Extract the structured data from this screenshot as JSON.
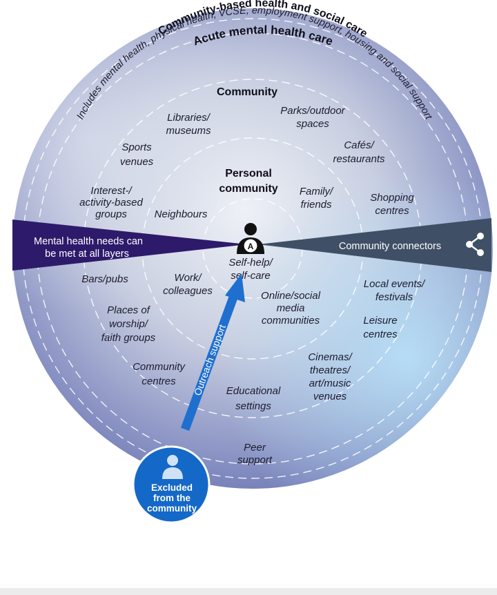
{
  "outer_ring_title": "Acute mental health care",
  "middle_ring_title": "Community-based health and social care",
  "middle_ring_subtitle": "Includes mental health, physical health, VCSE, employment support, housing and social support",
  "community_title": "Community",
  "personal_title_line1": "Personal",
  "personal_title_line2": "community",
  "center_person_badge": "A",
  "center_label_line1": "Self-help/",
  "center_label_line2": "self-care",
  "left_banner_line1": "Mental health needs can",
  "left_banner_line2": "be met at all layers",
  "right_banner_label": "Community connectors",
  "right_banner_icon": "share-icon",
  "arrow_label": "Outreach support",
  "excluded_line1": "Excluded",
  "excluded_line2": "from the",
  "excluded_line3": "community",
  "colors": {
    "left_banner": "#2e1a6b",
    "right_banner": "#3f4f66",
    "arrow": "#1f6fcf",
    "excluded_circle": "#1468c8"
  },
  "community_items": [
    {
      "line1": "Libraries/",
      "line2": "museums"
    },
    {
      "line1": "Parks/outdoor",
      "line2": "spaces"
    },
    {
      "line1": "Sports",
      "line2": "venues"
    },
    {
      "line1": "Cafés/",
      "line2": "restaurants"
    },
    {
      "line1": "Interest-/",
      "line2": "activity-based",
      "line3": "groups"
    },
    {
      "line1": "Shopping",
      "line2": "centres"
    },
    {
      "line1": "Bars/pubs"
    },
    {
      "line1": "Local events/",
      "line2": "festivals"
    },
    {
      "line1": "Places of",
      "line2": "worship/",
      "line3": "faith groups"
    },
    {
      "line1": "Leisure",
      "line2": "centres"
    },
    {
      "line1": "Community",
      "line2": "centres"
    },
    {
      "line1": "Cinemas/",
      "line2": "theatres/",
      "line3": "art/music",
      "line4": "venues"
    },
    {
      "line1": "Educational",
      "line2": "settings"
    },
    {
      "line1": "Peer",
      "line2": "support"
    }
  ],
  "personal_items": [
    {
      "line1": "Neighbours"
    },
    {
      "line1": "Family/",
      "line2": "friends"
    },
    {
      "line1": "Work/",
      "line2": "colleagues"
    },
    {
      "line1": "Online/social",
      "line2": "media",
      "line3": "communities"
    }
  ]
}
